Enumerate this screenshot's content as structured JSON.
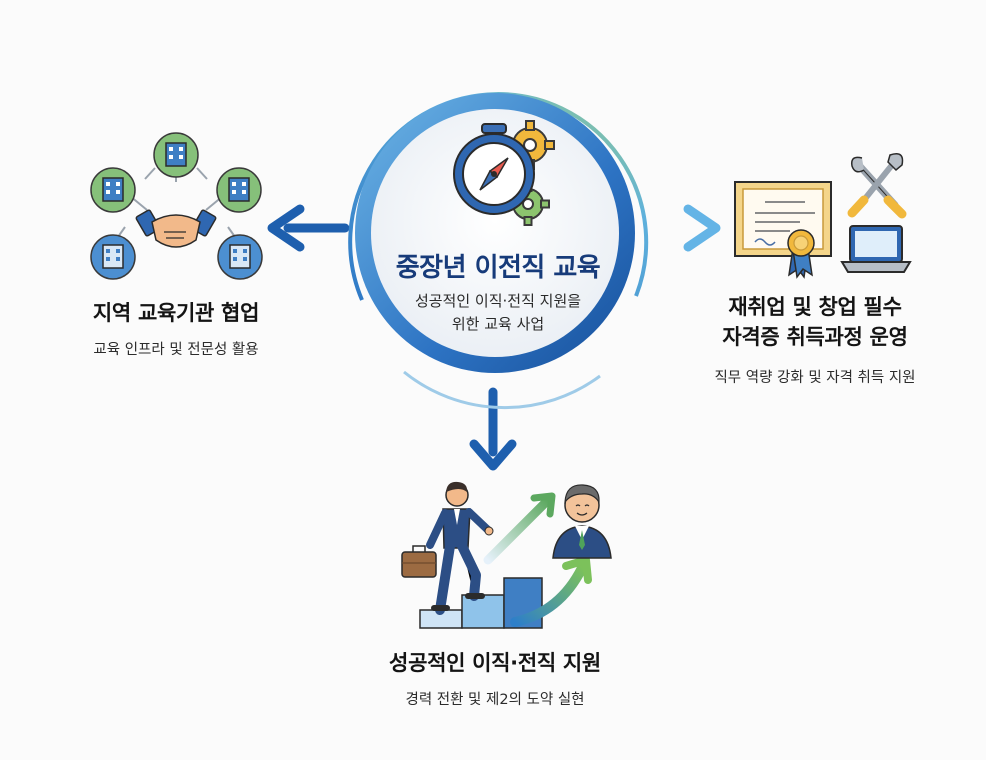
{
  "center": {
    "title": "중장년 이전직 교육",
    "subtitle_line1": "성공적인 이직·전직 지원을",
    "subtitle_line2": "위한 교육 사업",
    "icon": "compass-gears-icon"
  },
  "left": {
    "title": "지역 교육기관 협업",
    "subtitle": "교육 인프라 및 전문성 활용",
    "icon": "network-handshake-icon"
  },
  "right": {
    "title_line1": "재취업 및 창업 필수",
    "title_line2": "자격증 취득과정 운영",
    "subtitle": "직무 역량 강화 및 자격 취득 지원",
    "icons": [
      "certificate-icon",
      "tools-icon",
      "laptop-icon"
    ]
  },
  "bottom": {
    "title": "성공적인 이직·전직 지원",
    "subtitle": "경력 전환 및 제2의 도약 실현",
    "icons": [
      "climbing-person-icon",
      "stairs-icon",
      "growth-arrow-icon",
      "consultant-icon"
    ]
  },
  "colors": {
    "primary_blue": "#1e5fae",
    "dark_navy": "#173b7a",
    "light_blue": "#4fa3e0",
    "green_accent": "#8dc46e",
    "gold": "#e6b54a"
  }
}
